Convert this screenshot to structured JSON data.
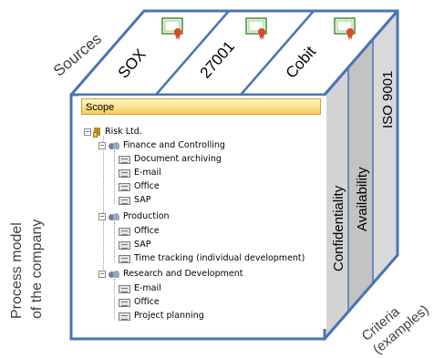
{
  "labels": {
    "sources": "Sources",
    "process_line1": "Process model",
    "process_line2": "of the company",
    "criteria_line1": "Criteria",
    "criteria_line2": "(examples)"
  },
  "sources_columns": [
    "SOX",
    "27001",
    "Cobit"
  ],
  "criteria_columns": [
    "Confidentiality",
    "Availability",
    "ISO 9001"
  ],
  "scope": {
    "header": "Scope",
    "root": "Risk Ltd.",
    "groups": [
      {
        "name": "Finance and Controlling",
        "items": [
          "Document archiving",
          "E-mail",
          "Office",
          "SAP"
        ]
      },
      {
        "name": "Production",
        "items": [
          "Office",
          "SAP",
          "Time tracking (individual development)"
        ]
      },
      {
        "name": "Research and Development",
        "items": [
          "E-mail",
          "Office",
          "Project planning"
        ]
      }
    ]
  },
  "colors": {
    "face_stroke": "#4a74b5",
    "top_face": "#ffffff",
    "side_face": "#d4d4d4",
    "side_stripe": "#c2c2c2",
    "scope_header": "#f7cd55"
  },
  "icons": {
    "certificate": "certificate-icon",
    "company": "company-icon",
    "department": "people-icon",
    "application": "application-icon"
  }
}
